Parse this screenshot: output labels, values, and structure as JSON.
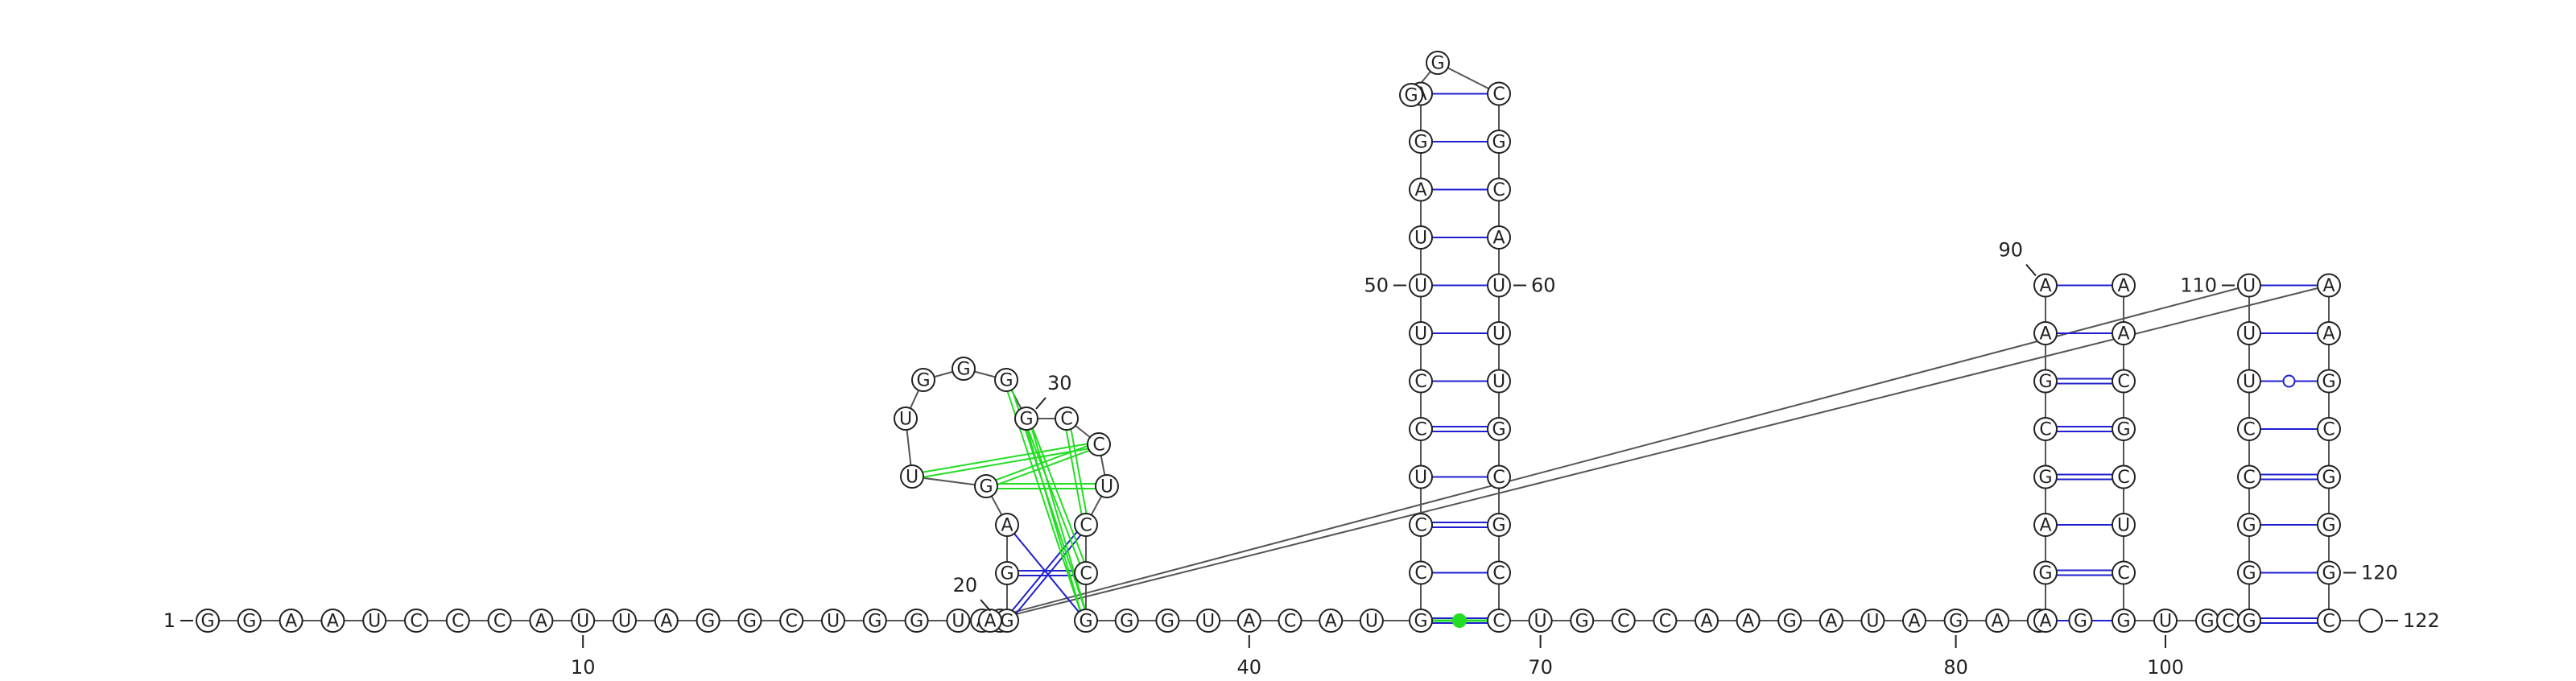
{
  "diagram": {
    "type": "rna-secondary-structure",
    "sequence": "GGAAUCCCAUUAGGCUGGUCGGAGUUGGGGCCUCCGGGUACAUGCCUCCUUUAGAGGCGCAUUUGCGCCUGCCAAGAUAGACGAGAGCGAAAACGCUCGUGCGGGGCCUUUAAAAGCGGGC",
    "length": 122,
    "pair_colors": {
      "canonical": "#1f1fd0",
      "wobble": "#1f1fd0",
      "pseudoknot": "#22dd22",
      "noncanonical": "#22dd22"
    },
    "stems": [
      {
        "name": "pseudoknot-hairpin",
        "five_prime": [
          21,
          22,
          23
        ],
        "three_prime": [
          34,
          35,
          36
        ]
      },
      {
        "name": "central-long-hairpin",
        "five_prime": [
          44,
          45,
          46,
          47,
          48,
          49,
          50,
          51,
          52,
          53,
          54,
          55
        ],
        "three_prime": [
          69,
          68,
          67,
          66,
          65,
          64,
          63,
          62,
          61,
          60,
          59,
          58
        ]
      },
      {
        "name": "right-hairpin-1",
        "five_prime": [
          84,
          85,
          86,
          87,
          88,
          89,
          90,
          91
        ],
        "three_prime": [
          99,
          98,
          97,
          96,
          95,
          94,
          93,
          92
        ]
      },
      {
        "name": "right-hairpin-2",
        "five_prime": [
          104,
          105,
          106,
          107,
          108,
          109,
          110,
          111
        ],
        "three_prime": [
          121,
          120,
          119,
          118,
          117,
          116,
          115,
          114
        ]
      }
    ],
    "number_labels": [
      "1",
      "10",
      "20",
      "30",
      "40",
      "50",
      "60",
      "70",
      "80",
      "90",
      "100",
      "110",
      "120",
      "122"
    ]
  }
}
